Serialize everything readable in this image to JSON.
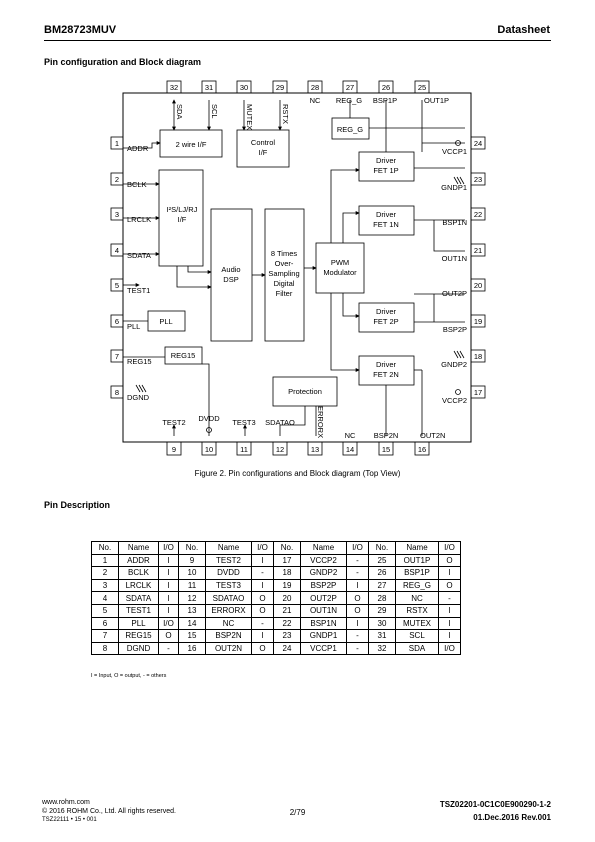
{
  "header": {
    "part_number": "BM28723MUV",
    "doc_type": "Datasheet"
  },
  "section_title": "Pin configuration and Block diagram",
  "figure": {
    "caption": "Figure 2. Pin configurations and Block diagram (Top View)",
    "top_pins": [
      {
        "num": "32",
        "name": "SDA"
      },
      {
        "num": "31",
        "name": "SCL"
      },
      {
        "num": "30",
        "name": "MUTEX"
      },
      {
        "num": "29",
        "name": "RSTX"
      },
      {
        "num": "28",
        "name": "NC"
      },
      {
        "num": "27",
        "name": "REG_G"
      },
      {
        "num": "26",
        "name": "BSP1P"
      },
      {
        "num": "25",
        "name": "OUT1P"
      }
    ],
    "left_pins": [
      {
        "num": "1",
        "name": "ADDR"
      },
      {
        "num": "2",
        "name": "BCLK"
      },
      {
        "num": "3",
        "name": "LRCLK"
      },
      {
        "num": "4",
        "name": "SDATA"
      },
      {
        "num": "5",
        "name": "TEST1"
      },
      {
        "num": "6",
        "name": "PLL"
      },
      {
        "num": "7",
        "name": "REG15"
      },
      {
        "num": "8",
        "name": "DGND"
      }
    ],
    "right_pins": [
      {
        "num": "24",
        "name": "VCCP1"
      },
      {
        "num": "23",
        "name": "GNDP1"
      },
      {
        "num": "22",
        "name": "BSP1N"
      },
      {
        "num": "21",
        "name": "OUT1N"
      },
      {
        "num": "20",
        "name": "OUT2P"
      },
      {
        "num": "19",
        "name": "BSP2P"
      },
      {
        "num": "18",
        "name": "GNDP2"
      },
      {
        "num": "17",
        "name": "VCCP2"
      }
    ],
    "bottom_pins": [
      {
        "num": "9",
        "name": "TEST2"
      },
      {
        "num": "10",
        "name": "DVDD"
      },
      {
        "num": "11",
        "name": "TEST3"
      },
      {
        "num": "12",
        "name": "SDATAO"
      },
      {
        "num": "13",
        "name": "ERRORX"
      },
      {
        "num": "14",
        "name": "NC"
      },
      {
        "num": "15",
        "name": "BSP2N"
      },
      {
        "num": "16",
        "name": "OUT2N"
      }
    ],
    "blocks": {
      "two_wire": "2 wire I/F",
      "control": [
        "Control",
        "I/F"
      ],
      "reg_g": "REG_G",
      "i2s": [
        "I²S/LJ/RJ",
        "I/F"
      ],
      "audio_dsp": [
        "Audio",
        "DSP"
      ],
      "oversampling": [
        "8 Times",
        "Over-",
        "Sampling",
        "Digital",
        "Filter"
      ],
      "pwm": [
        "PWM",
        "Modulator"
      ],
      "driver_1p": [
        "Driver",
        "FET 1P"
      ],
      "driver_1n": [
        "Driver",
        "FET 1N"
      ],
      "driver_2p": [
        "Driver",
        "FET 2P"
      ],
      "driver_2n": [
        "Driver",
        "FET 2N"
      ],
      "pll": "PLL",
      "reg15": "REG15",
      "protection": "Protection"
    }
  },
  "pin_description": {
    "title": "Pin Description",
    "headers": [
      "No.",
      "Name",
      "I/O"
    ],
    "rows": [
      [
        [
          "1",
          "ADDR",
          "I"
        ],
        [
          "9",
          "TEST2",
          "I"
        ],
        [
          "17",
          "VCCP2",
          "-"
        ],
        [
          "25",
          "OUT1P",
          "O"
        ]
      ],
      [
        [
          "2",
          "BCLK",
          "I"
        ],
        [
          "10",
          "DVDD",
          "-"
        ],
        [
          "18",
          "GNDP2",
          "-"
        ],
        [
          "26",
          "BSP1P",
          "I"
        ]
      ],
      [
        [
          "3",
          "LRCLK",
          "I"
        ],
        [
          "11",
          "TEST3",
          "I"
        ],
        [
          "19",
          "BSP2P",
          "I"
        ],
        [
          "27",
          "REG_G",
          "O"
        ]
      ],
      [
        [
          "4",
          "SDATA",
          "I"
        ],
        [
          "12",
          "SDATAO",
          "O"
        ],
        [
          "20",
          "OUT2P",
          "O"
        ],
        [
          "28",
          "NC",
          "-"
        ]
      ],
      [
        [
          "5",
          "TEST1",
          "I"
        ],
        [
          "13",
          "ERRORX",
          "O"
        ],
        [
          "21",
          "OUT1N",
          "O"
        ],
        [
          "29",
          "RSTX",
          "I"
        ]
      ],
      [
        [
          "6",
          "PLL",
          "I/O"
        ],
        [
          "14",
          "NC",
          "-"
        ],
        [
          "22",
          "BSP1N",
          "I"
        ],
        [
          "30",
          "MUTEX",
          "I"
        ]
      ],
      [
        [
          "7",
          "REG15",
          "O"
        ],
        [
          "15",
          "BSP2N",
          "I"
        ],
        [
          "23",
          "GNDP1",
          "-"
        ],
        [
          "31",
          "SCL",
          "I"
        ]
      ],
      [
        [
          "8",
          "DGND",
          "-"
        ],
        [
          "16",
          "OUT2N",
          "O"
        ],
        [
          "24",
          "VCCP1",
          "-"
        ],
        [
          "32",
          "SDA",
          "I/O"
        ]
      ]
    ],
    "note": "I = Input, O = output, - = others"
  },
  "footer": {
    "website": "www.rohm.com",
    "copyright": "© 2016 ROHM Co., Ltd. All rights reserved.",
    "form_code": "TSZ22111 • 15 • 001",
    "page": "2/79",
    "doc_number": "TSZ02201-0C1C0E900290-1-2",
    "date_rev": "01.Dec.2016 Rev.001"
  }
}
